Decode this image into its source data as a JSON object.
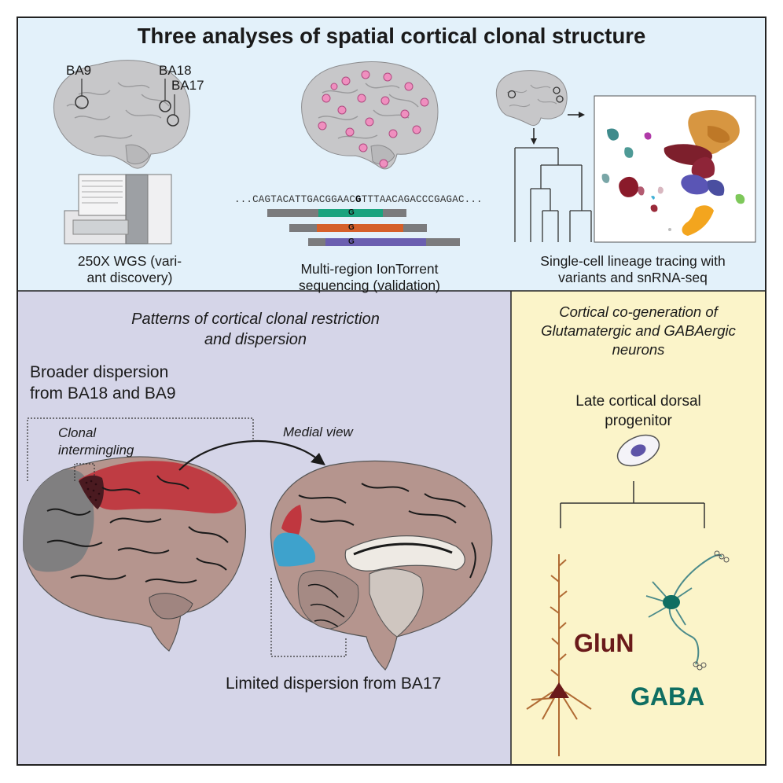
{
  "title": "Three analyses of spatial cortical clonal structure",
  "top": {
    "region_labels": [
      "BA9",
      "BA18",
      "BA17"
    ],
    "wgs_caption_line1": "250X WGS (vari-",
    "wgs_caption_line2": "ant discovery)",
    "sequence_left": "...CAGTACATTGACGGAAC",
    "sequence_variant": "G",
    "sequence_right": "TTTAACAGACCCGAGAC...",
    "read_variant_letter": "G",
    "iontorrent_caption_line1": "Multi-region IonTorrent",
    "iontorrent_caption_line2": "sequencing (validation)",
    "lineage_caption_line1": "Single-cell lineage tracing with",
    "lineage_caption_line2": "variants and snRNA-seq"
  },
  "left_panel": {
    "heading_line1": "Patterns of cortical clonal restriction",
    "heading_line2": "and dispersion",
    "broader_line1": "Broader dispersion",
    "broader_line2": "from BA18 and BA9",
    "clonal_line1": "Clonal",
    "clonal_line2": "intermingling",
    "medial_view": "Medial view",
    "limited": "Limited dispersion from BA17"
  },
  "right_panel": {
    "heading_line1": "Cortical co-generation of",
    "heading_line2": "Glutamatergic and GABAergic",
    "heading_line3": "neurons",
    "progenitor_line1": "Late cortical dorsal",
    "progenitor_line2": "progenitor",
    "glun": "GluN",
    "gaba": "GABA"
  },
  "colors": {
    "top_bg": "#e3f1fa",
    "left_bg": "#d5d5e8",
    "right_bg": "#fbf4c9",
    "brain": "#c7c7c9",
    "brain_lateral": "#b5958e",
    "red_region": "#c0373f",
    "blue_region": "#3ea2cc",
    "glun": "#6a1a1a",
    "gaba": "#0f6e62",
    "read_green": "#1aa37e",
    "read_orange": "#d5602a",
    "read_purple": "#6b5fb0"
  }
}
